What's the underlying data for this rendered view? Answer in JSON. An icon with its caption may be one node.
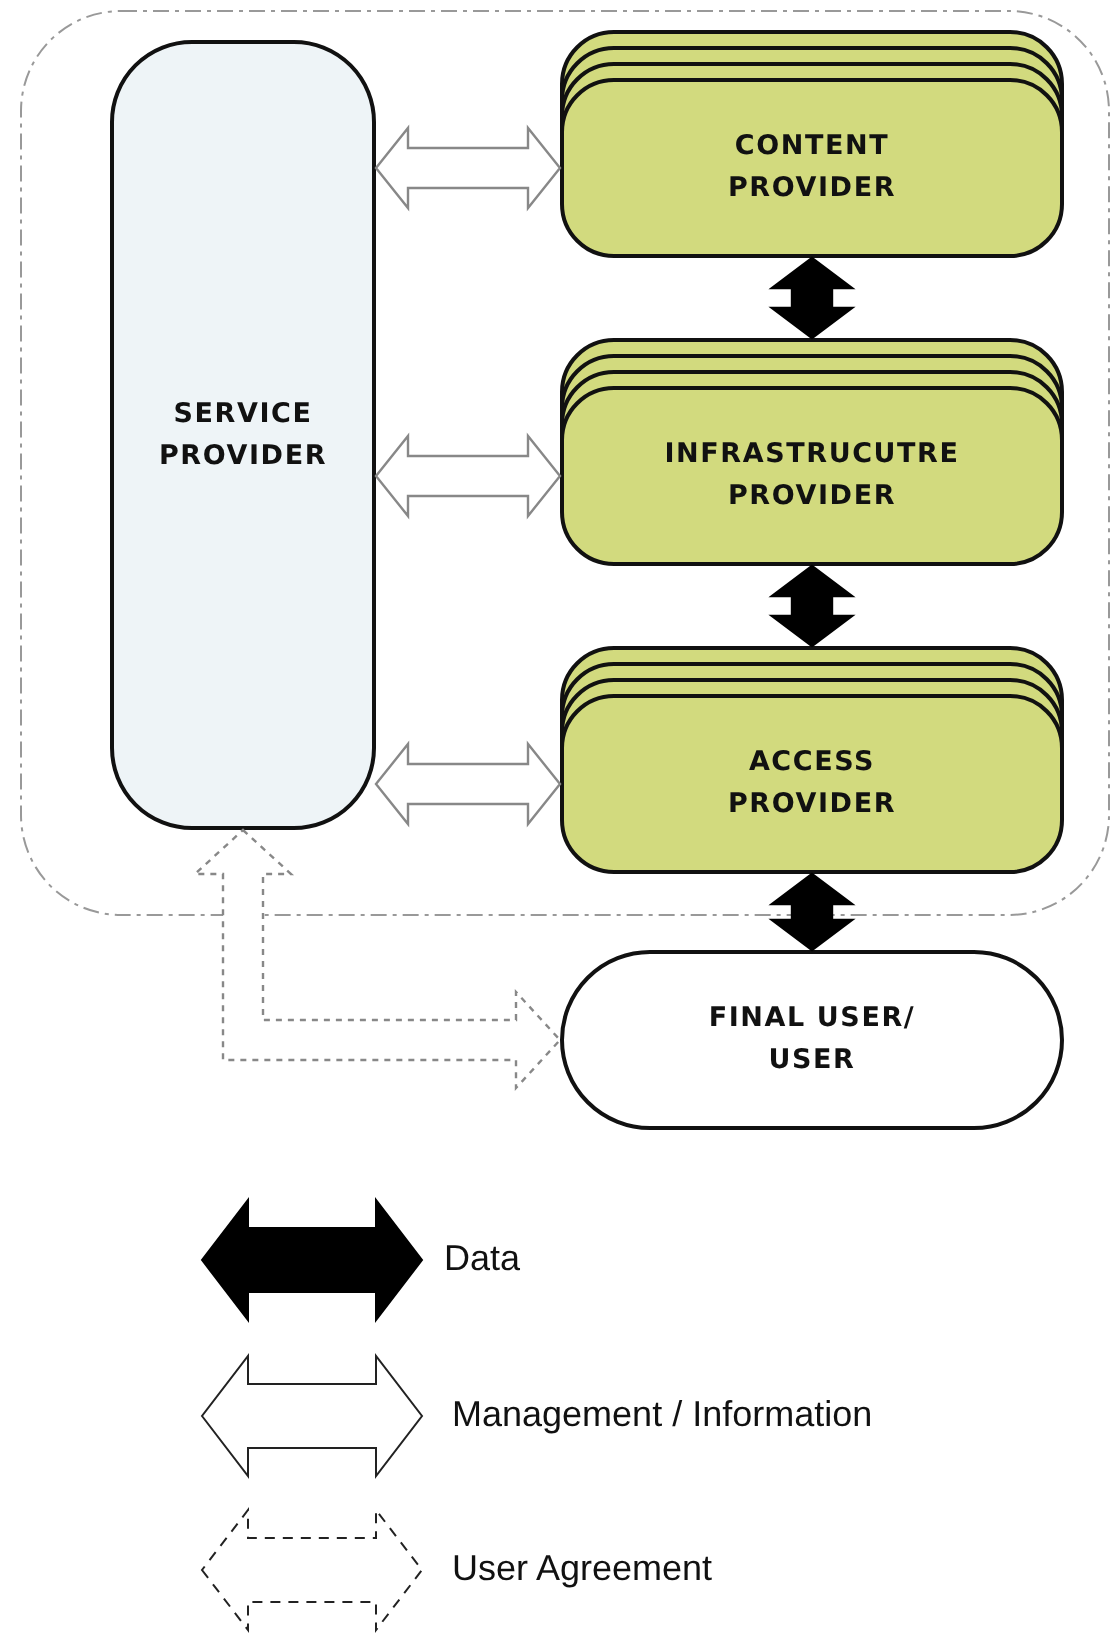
{
  "diagram": {
    "nodes": [
      {
        "text": [],
        "shape": "box"
      },
      {
        "text": [
          "SERVICE PROVIDER"
        ],
        "in": 0
      },
      {
        "text": [
          "CONTENT PROVIDER"
        ],
        "in": 0
      },
      {
        "text": [
          "INFRASTRUCUTRE PROVIDER"
        ],
        "in": 0
      },
      {
        "text": [
          "ACCESS PROVIDER"
        ],
        "in": 0
      },
      {
        "text": [
          "FINAL USER/ USER"
        ]
      }
    ],
    "edges": [
      {
        "from": 1,
        "to": 2,
        "arrow": "both"
      },
      {
        "from": 2,
        "to": 3,
        "arrow": "both",
        "style": "thick"
      },
      {
        "from": 1,
        "to": 3,
        "arrow": "both"
      },
      {
        "from": 3,
        "to": 4,
        "arrow": "both",
        "style": "thick"
      },
      {
        "from": 1,
        "to": 4,
        "arrow": "both"
      },
      {
        "from": 4,
        "to": 5,
        "arrow": "both",
        "style": "thick"
      },
      {
        "from": 1,
        "to": 5,
        "arrow": "both",
        "style": "dashed"
      }
    ],
    "legend": [
      {
        "text": "Data"
      },
      {
        "text": "Management / Information"
      },
      {
        "text": "User Agreement"
      }
    ]
  }
}
